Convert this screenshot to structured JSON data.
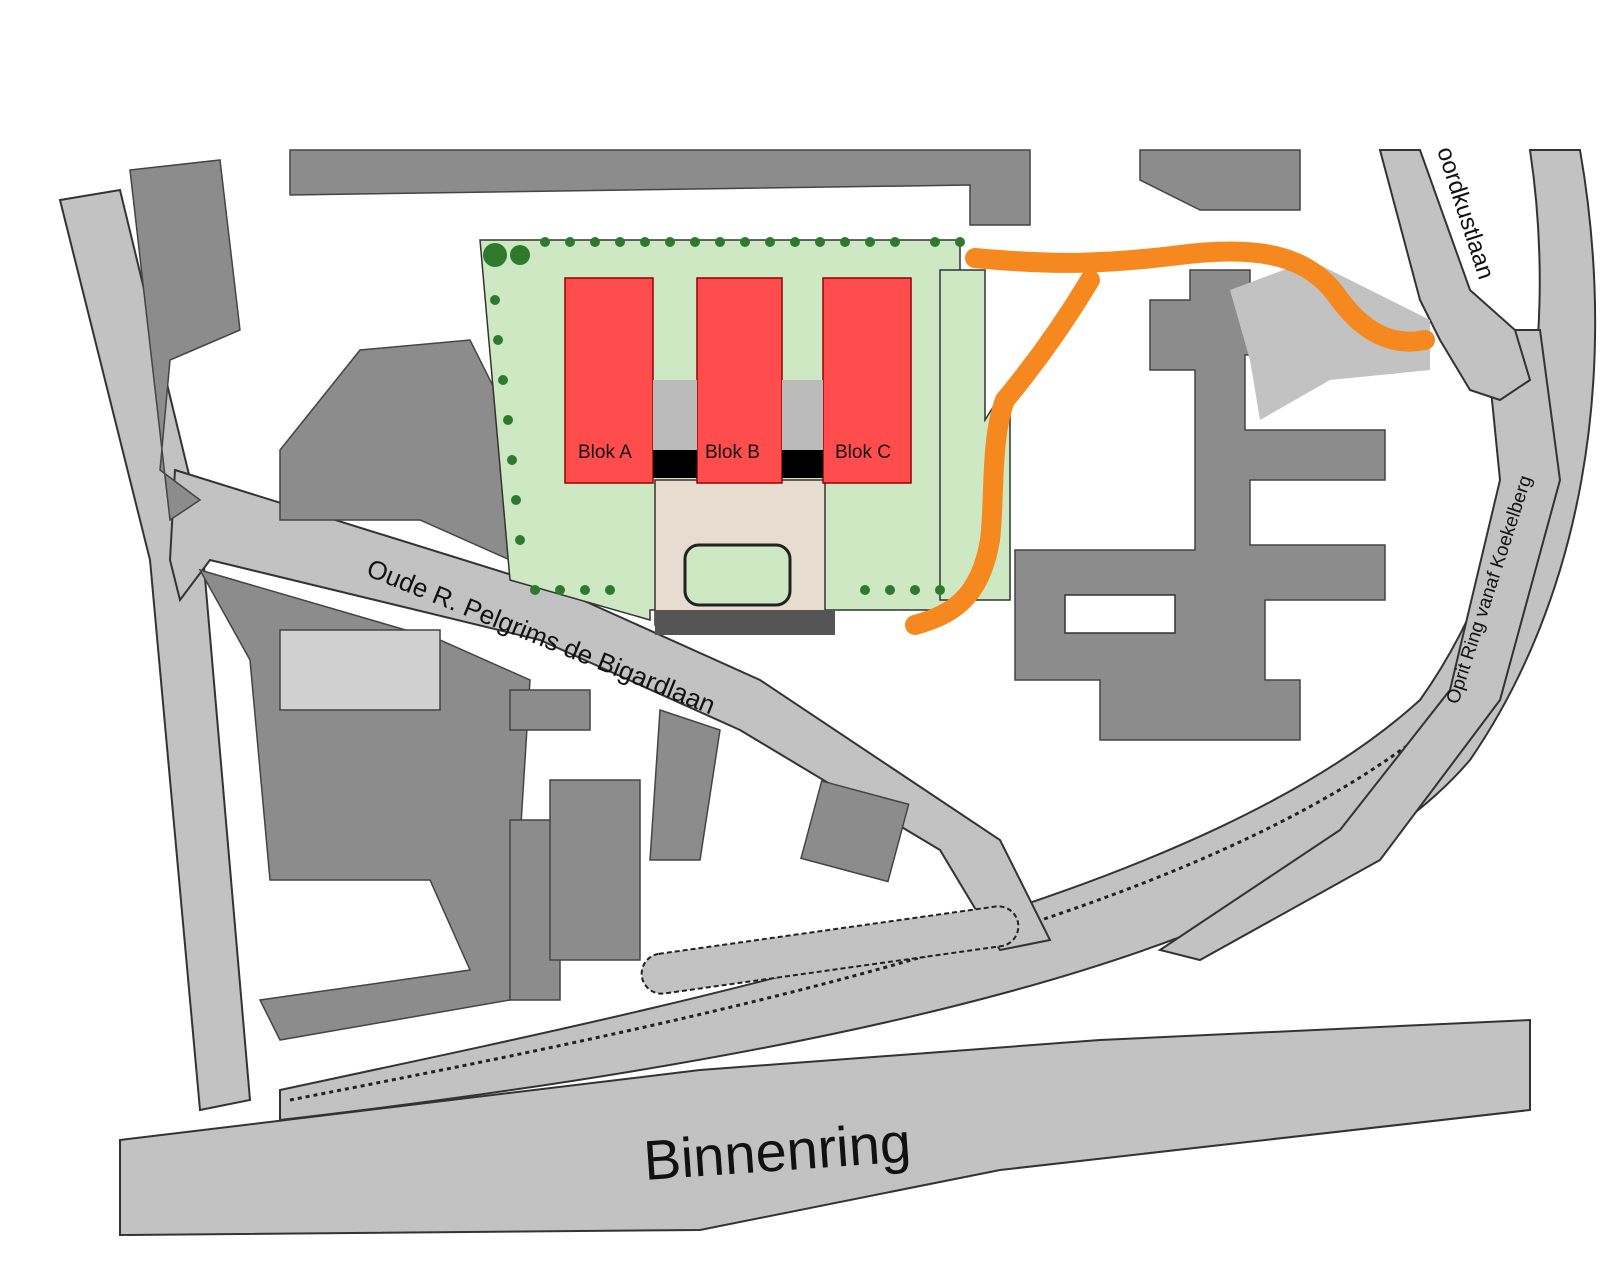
{
  "map": {
    "streets": {
      "oude_pelgrims": "Oude R. Pelgrims de Bigardlaan",
      "noordkustlaan": "oordkustlaan",
      "oprit": "Oprit Ring vanaf Koekelberg",
      "binnenring": "Binnenring"
    },
    "buildings": {
      "blok_a": "Blok A",
      "blok_b": "Blok B",
      "blok_c": "Blok C"
    },
    "colors": {
      "new_buildings": "#ff4d4d",
      "garden": "#cfe8c4",
      "route": "#f5891f",
      "existing_buildings": "#8c8c8c",
      "roads": "#c2c2c2"
    }
  }
}
